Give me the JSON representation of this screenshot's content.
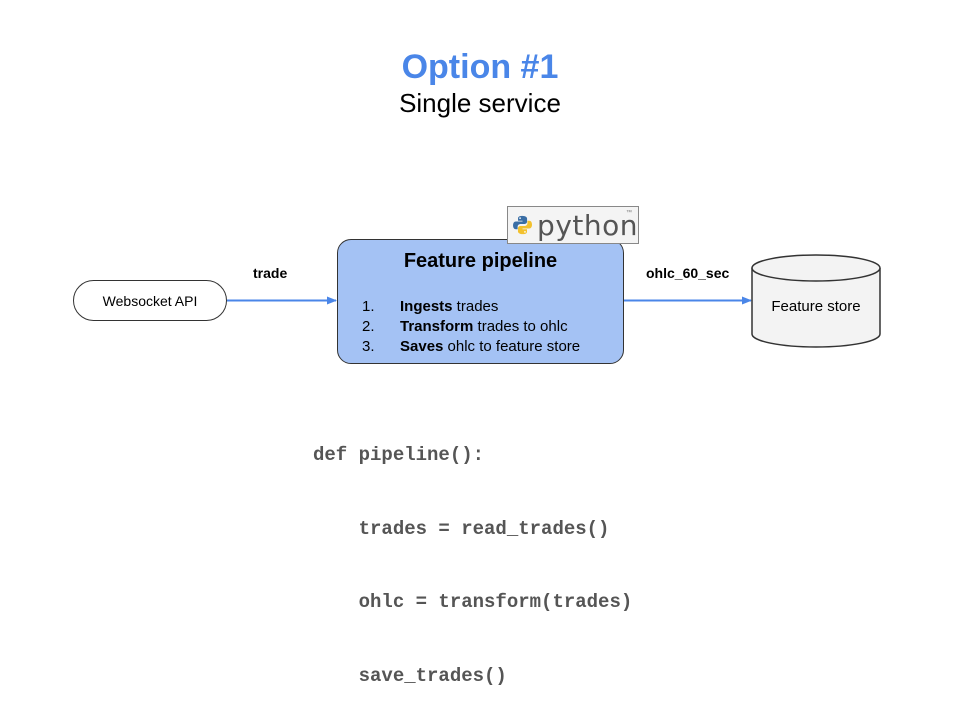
{
  "slide": {
    "title": "Option #1",
    "subtitle": "Single service"
  },
  "colors": {
    "title": "#4a86e8",
    "pipeline_fill": "#a4c2f4",
    "arrow": "#4a86e8"
  },
  "nodes": {
    "source": {
      "label": "Websocket API"
    },
    "pipeline": {
      "title": "Feature pipeline",
      "steps": [
        {
          "num": "1.",
          "bold": "Ingests",
          "rest": " trades"
        },
        {
          "num": "2.",
          "bold": "Transform",
          "rest": " trades to ohlc"
        },
        {
          "num": "3.",
          "bold": "Saves",
          "rest": " ohlc to feature store"
        }
      ]
    },
    "store": {
      "label": "Feature store"
    }
  },
  "edges": {
    "in_label": "trade",
    "out_label": "ohlc_60_sec"
  },
  "logo": {
    "text": "python",
    "trademark": "™",
    "icon": "python-snake-icon"
  },
  "code": {
    "lines": [
      "def pipeline():",
      "    trades = read_trades()",
      "    ohlc = transform(trades)",
      "    save_trades()"
    ]
  }
}
